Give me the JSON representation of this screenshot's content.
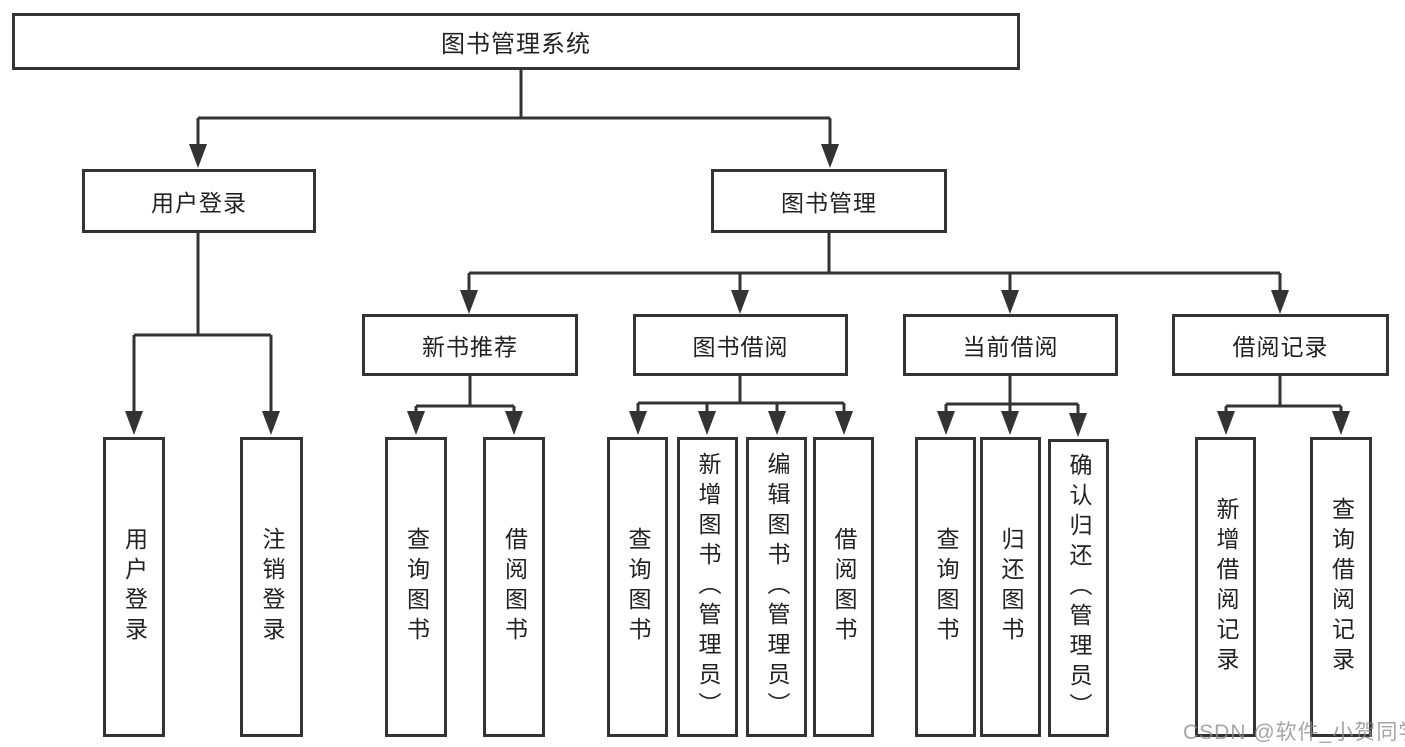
{
  "diagram": {
    "root": {
      "label": "图书管理系统"
    },
    "branches": [
      {
        "label": "用户登录",
        "children": [
          "用户登录",
          "注销登录"
        ]
      },
      {
        "label": "图书管理",
        "groups": [
          {
            "label": "新书推荐",
            "children": [
              "查询图书",
              "借阅图书"
            ]
          },
          {
            "label": "图书借阅",
            "children": [
              "查询图书",
              "新增图书（管理员）",
              "编辑图书（管理员）",
              "借阅图书"
            ]
          },
          {
            "label": "当前借阅",
            "children": [
              "查询图书",
              "归还图书",
              "确认归还（管理员）"
            ]
          },
          {
            "label": "借阅记录",
            "children": [
              "新增借阅记录",
              "查询借阅记录"
            ]
          }
        ]
      }
    ]
  },
  "watermark": "CSDN @软件_小贺同学",
  "colors": {
    "line": "#333333",
    "box_border": "#333333",
    "text": "#222222",
    "watermark": "#8c8c8c",
    "background": "#ffffff"
  }
}
